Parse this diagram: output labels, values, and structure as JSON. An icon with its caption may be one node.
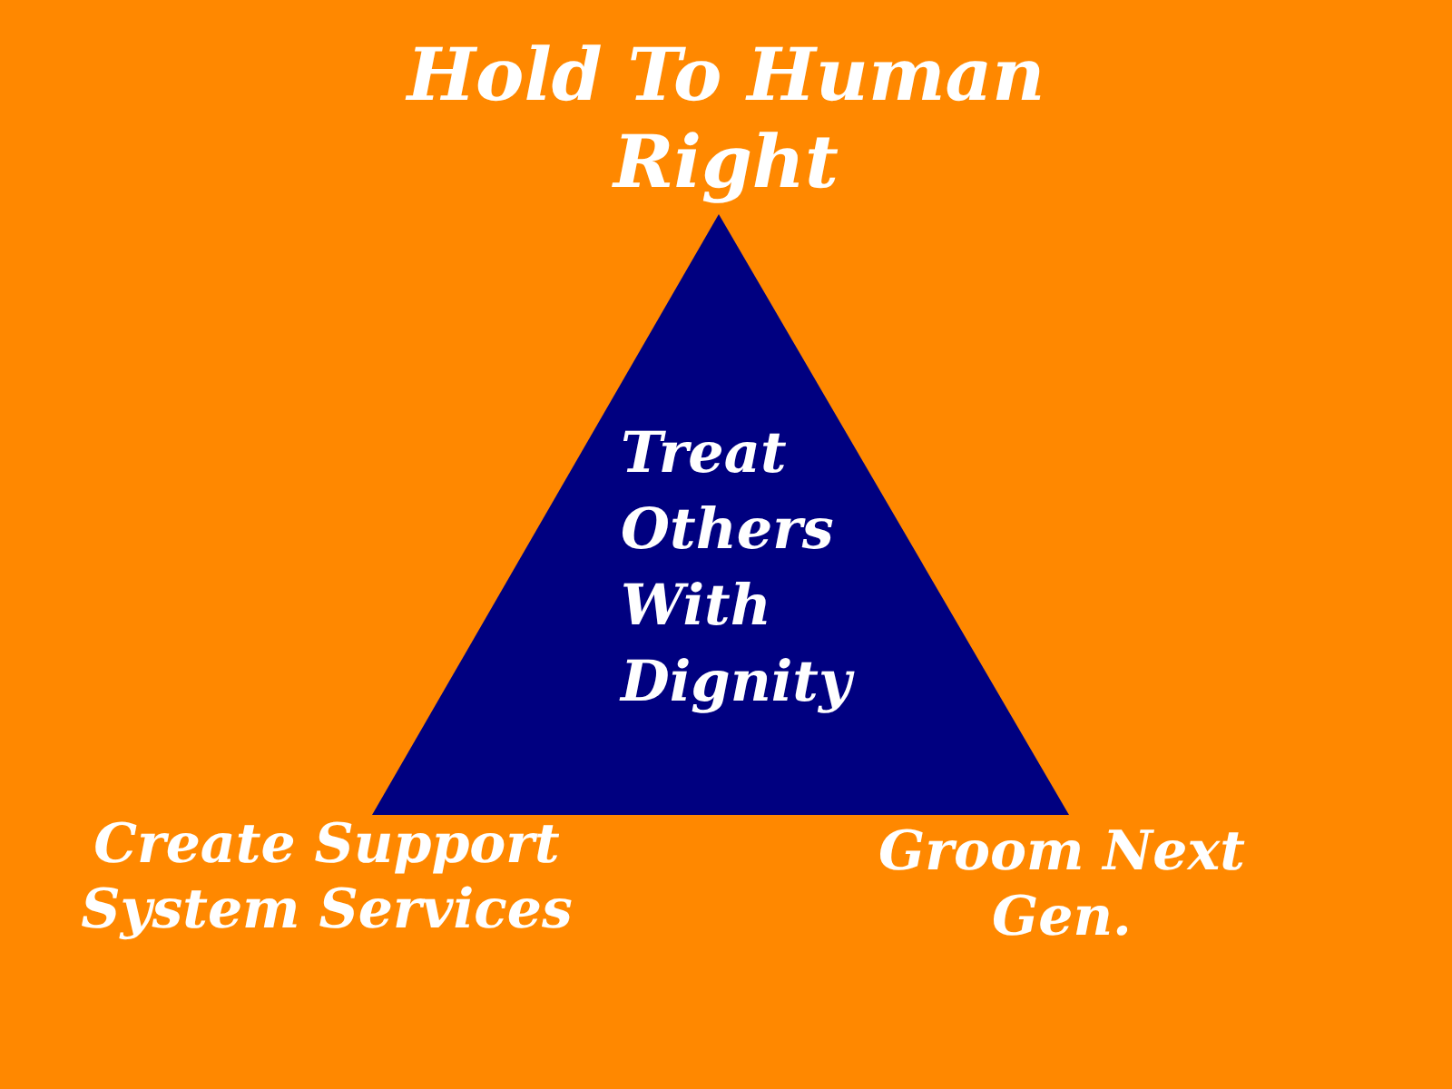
{
  "diagram": {
    "nodes": [
      {
        "text": [
          "Treat Others With Dignity"
        ]
      }
    ],
    "labels": [
      "Hold To Human Right",
      "Create Support System Services",
      "Groom Next Gen."
    ]
  }
}
